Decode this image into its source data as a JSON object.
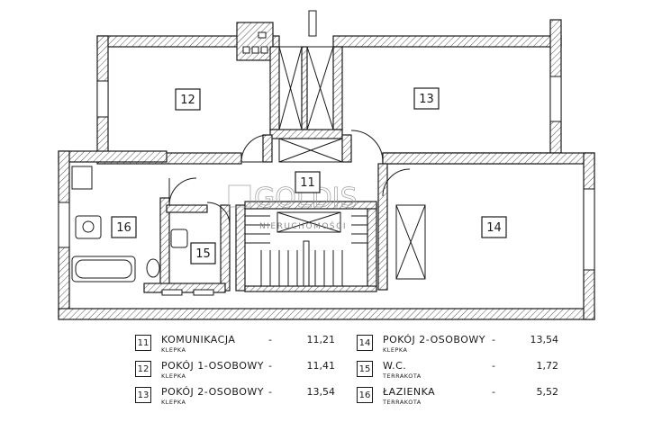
{
  "rooms": [
    {
      "id": "11",
      "label": "11"
    },
    {
      "id": "12",
      "label": "12"
    },
    {
      "id": "13",
      "label": "13"
    },
    {
      "id": "14",
      "label": "14"
    },
    {
      "id": "15",
      "label": "15"
    },
    {
      "id": "16",
      "label": "16"
    }
  ],
  "watermark": {
    "brand": "GOLDIS",
    "tagline": "NIERUCHOMOŚCI"
  },
  "legend": [
    {
      "num": "11",
      "name": "KOMUNIKACJA",
      "finish": "KLEPKA",
      "dash": "-",
      "area": "11,21"
    },
    {
      "num": "12",
      "name": "POKÓJ 1-OSOBOWY",
      "finish": "KLEPKA",
      "dash": "-",
      "area": "11,41"
    },
    {
      "num": "13",
      "name": "POKÓJ 2-OSOBOWY",
      "finish": "KLEPKA",
      "dash": "-",
      "area": "13,54"
    },
    {
      "num": "14",
      "name": "POKÓJ 2-OSOBOWY",
      "finish": "KLEPKA",
      "dash": "-",
      "area": "13,54"
    },
    {
      "num": "15",
      "name": "W.C.",
      "finish": "TERRAKOTA",
      "dash": "-",
      "area": "1,72"
    },
    {
      "num": "16",
      "name": "ŁAZIENKA",
      "finish": "TERRAKOTA",
      "dash": "-",
      "area": "5,52"
    }
  ]
}
